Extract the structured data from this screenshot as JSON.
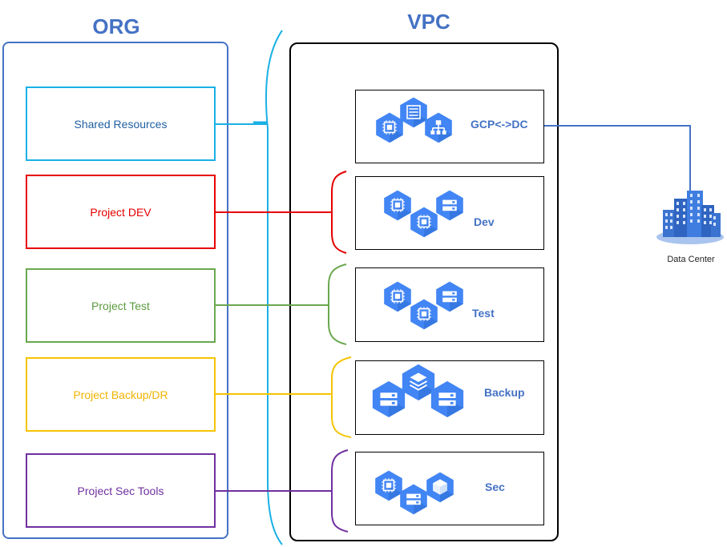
{
  "org": {
    "title": "ORG"
  },
  "vpc": {
    "title": "VPC"
  },
  "projects": [
    {
      "label": "Shared Resources",
      "color": "#1ab0e5"
    },
    {
      "label": "Project DEV",
      "color": "#e60000"
    },
    {
      "label": "Project Test",
      "color": "#6aa84f"
    },
    {
      "label": "Project Backup/DR",
      "color": "#f5c400"
    },
    {
      "label": "Project Sec Tools",
      "color": "#7030a0"
    }
  ],
  "vpc_networks": [
    {
      "label": "GCP<->DC",
      "icons": [
        "compute-engine-icon",
        "network-icon",
        "load-balancer-icon"
      ]
    },
    {
      "label": "Dev",
      "icons": [
        "compute-engine-icon",
        "compute-engine-icon",
        "storage-icon"
      ]
    },
    {
      "label": "Test",
      "icons": [
        "compute-engine-icon",
        "compute-engine-icon",
        "storage-icon"
      ]
    },
    {
      "label": "Backup",
      "icons": [
        "storage-icon",
        "layers-icon",
        "storage-icon"
      ]
    },
    {
      "label": "Sec",
      "icons": [
        "compute-engine-icon",
        "storage-icon",
        "security-scanner-icon"
      ]
    }
  ],
  "data_center": {
    "label": "Data Center"
  },
  "colors": {
    "frame_blue": "#4472c4",
    "vpc_bracket": "#1ab0e5",
    "gcp_icon": "#4285f4"
  }
}
